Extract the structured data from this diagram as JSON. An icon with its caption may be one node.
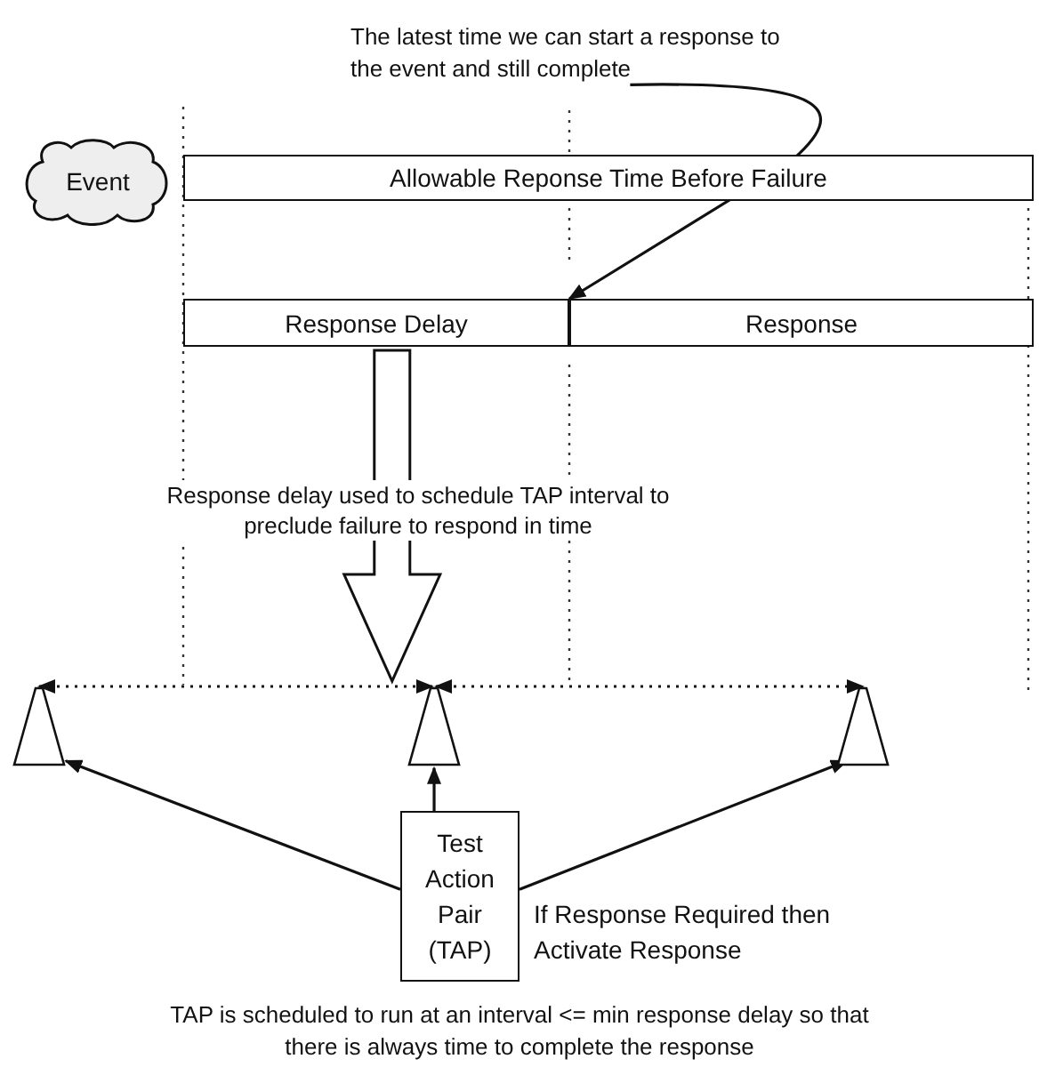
{
  "diagram": {
    "caption": "TAP is scheduled to run at an interval <= min response delay so that there is always time to complete the response",
    "nodes": [
      {
        "text": [
          "The latest time we can start a response to the event and still complete"
        ]
      },
      {
        "text": [
          "Event"
        ]
      },
      {
        "text": [
          "Allowable Reponse Time Before Failure"
        ]
      },
      {
        "text": [
          "Response Delay"
        ]
      },
      {
        "text": [
          "Response"
        ]
      },
      {
        "text": [],
        "shape": "triangle"
      },
      {
        "text": [],
        "shape": "triangle"
      },
      {
        "text": [],
        "shape": "triangle"
      },
      {
        "text": [
          "Test Action Pair (TAP)"
        ],
        "beside": [
          "If Response Required then Activate Response"
        ]
      }
    ],
    "edges": [
      {
        "from": 0,
        "to": 3,
        "arrow": "to"
      },
      {
        "from": 3,
        "to": 6,
        "arrow": "to",
        "style": "thick",
        "label": "Response delay used to schedule TAP interval to preclude failure to respond in time"
      },
      {
        "from": 8,
        "to": 5,
        "arrow": "to"
      },
      {
        "from": 8,
        "to": 6,
        "arrow": "to"
      },
      {
        "from": 8,
        "to": 7,
        "arrow": "to"
      },
      {
        "from": 5,
        "to": 6,
        "arrow": "both",
        "style": "dashed"
      },
      {
        "from": 6,
        "to": 7,
        "arrow": "both",
        "style": "dashed"
      }
    ]
  }
}
